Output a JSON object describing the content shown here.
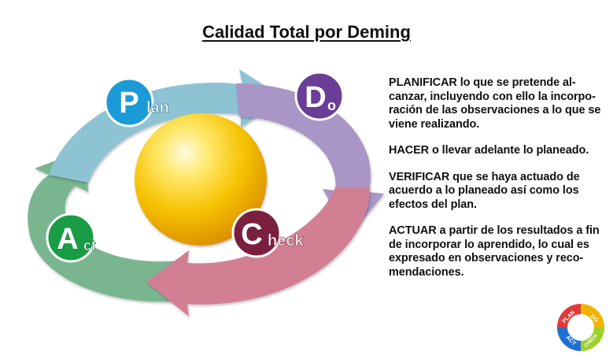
{
  "title": "Calidad Total por Deming",
  "cycle": {
    "plan": {
      "initial": "P",
      "rest": "lan",
      "arrow_color": "#8ec3d4",
      "badge_color": "#1b9ad8"
    },
    "do": {
      "initial": "D",
      "rest": "o",
      "arrow_color": "#a995c6",
      "badge_color": "#6a3d96"
    },
    "check": {
      "initial": "C",
      "rest": "heck",
      "arrow_color": "#d27f94",
      "badge_color": "#7a1f3f"
    },
    "act": {
      "initial": "A",
      "rest": "ct",
      "arrow_color": "#79b690",
      "badge_color": "#1a9b46"
    },
    "sphere_color": "#f6c200"
  },
  "descriptions": [
    {
      "keyword": "PLANIFICAR",
      "text": " lo que se pretende al-canzar, incluyendo con ello la incorpo-ración de las observaciones a lo que se viene realizando."
    },
    {
      "keyword": "HACER",
      "text": " o llevar adelante lo planeado."
    },
    {
      "keyword": "VERIFICAR",
      "text": " que se haya actuado de acuerdo a lo planeado así como los efectos del plan."
    },
    {
      "keyword": "ACTUAR",
      "text": " a partir de los resultados a fin de incorporar lo aprendido, lo cual es expresado en observaciones y reco-mendaciones."
    }
  ],
  "mini_wheel": {
    "labels": [
      "PLAN",
      "DO",
      "CHECK",
      "ACT"
    ],
    "colors": [
      "#e23a3a",
      "#f3b300",
      "#9bd12a",
      "#1f6fd1"
    ]
  }
}
